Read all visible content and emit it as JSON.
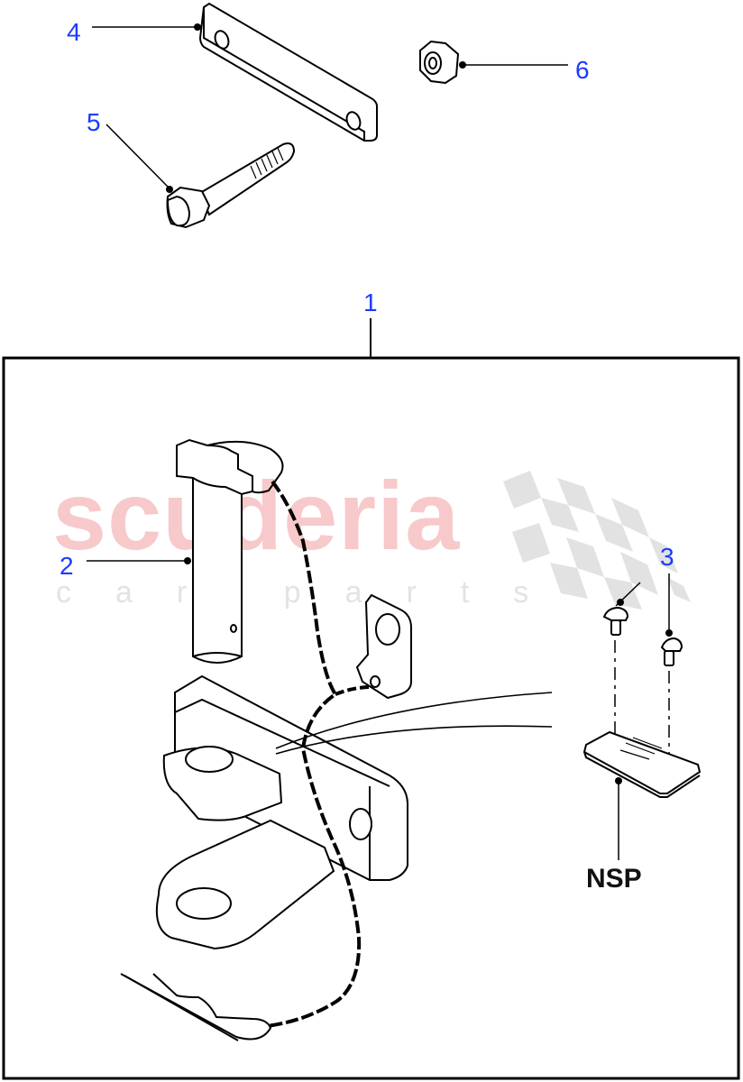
{
  "watermark": {
    "brand": "scuderia",
    "tagline": "car parts",
    "brand_color": "#f7c9cb",
    "tagline_color": "#e3e3e6",
    "flag_icon": "checkered-flag-icon"
  },
  "diagram": {
    "accent_color": "#1a3bff",
    "line_color": "#000000",
    "callouts": [
      {
        "id": "1",
        "label": "1",
        "part": "towing-jaw-assembly"
      },
      {
        "id": "2",
        "label": "2",
        "part": "clevis-pin-with-chain-and-clip"
      },
      {
        "id": "3",
        "label": "3",
        "part": "rivets"
      },
      {
        "id": "4",
        "label": "4",
        "part": "plate"
      },
      {
        "id": "5",
        "label": "5",
        "part": "bolt"
      },
      {
        "id": "6",
        "label": "6",
        "part": "nut"
      }
    ],
    "nsp_label": "NSP"
  }
}
